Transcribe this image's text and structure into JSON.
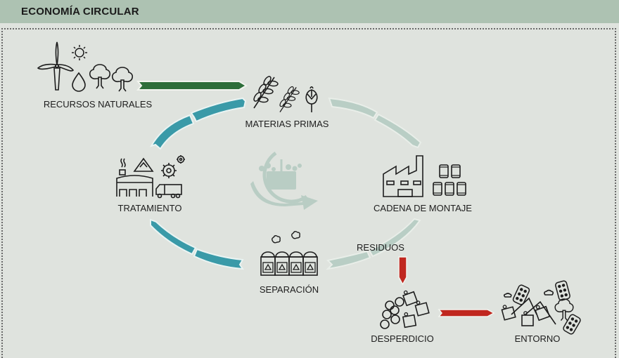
{
  "header": {
    "title": "ECONOMÍA CIRCULAR"
  },
  "nodes": {
    "recursos": {
      "label": "RECURSOS NATURALES",
      "icons": [
        "wind-turbine",
        "sun",
        "water-drop",
        "tree",
        "tree"
      ]
    },
    "materias": {
      "label": "MATERIAS PRIMAS",
      "icons": [
        "wheat",
        "wheat",
        "artichoke"
      ]
    },
    "cadena": {
      "label": "CADENA DE MONTAJE",
      "icons": [
        "factory",
        "cans"
      ]
    },
    "tratamiento": {
      "label": "TRATAMIENTO",
      "icons": [
        "plant",
        "recycle",
        "gears",
        "truck"
      ]
    },
    "separacion": {
      "label": "SEPARACIÓN",
      "icons": [
        "recycle-bins"
      ]
    },
    "desperdicio": {
      "label": "DESPERDICIO",
      "icons": [
        "six-pack-rings",
        "bags"
      ]
    },
    "entorno": {
      "label": "ENTORNO",
      "icons": [
        "mountains",
        "litter",
        "tree"
      ]
    },
    "centro": {
      "icons": [
        "basket",
        "cycle-arrow"
      ]
    }
  },
  "flows": {
    "residuos_label": "RESIDUOS"
  },
  "colors": {
    "header_bg": "#adc2b2",
    "background": "#dfe3de",
    "green_arrow": "#2e6e3a",
    "teal_arrow": "#3a9aa8",
    "pale_arrow": "#b9cec5",
    "red_arrow": "#c0271f"
  }
}
